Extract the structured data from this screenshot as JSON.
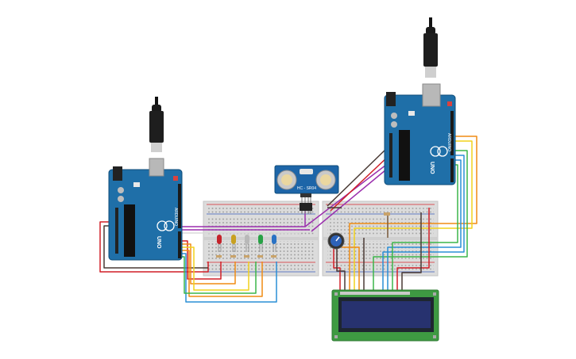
{
  "labels": {
    "sensor": "HC - SR04",
    "uno": "UNO",
    "arduino": "ARDUINO"
  },
  "colors": {
    "background": "#ffffff",
    "board_blue": "#1f6fa8",
    "board_edge": "#0f4c78",
    "breadboard": "#dcdcdc",
    "lcd_green": "#3e9a42",
    "lcd_screen": "#27326f",
    "wire_red": "#d11f27",
    "wire_orange": "#f08c14",
    "wire_yellow": "#f2d21b",
    "wire_green": "#3cb54a",
    "wire_blue": "#2a8fd6",
    "wire_purple": "#9b2fae",
    "wire_dark": "#4a3a35",
    "wire_white": "#d8d8d8"
  },
  "components": {
    "leds": [
      "red",
      "yellow",
      "white",
      "green",
      "blue"
    ],
    "icons": [
      "usb-cable-icon",
      "potentiometer-icon",
      "ultrasonic-sensor-icon",
      "lcd-icon"
    ]
  }
}
